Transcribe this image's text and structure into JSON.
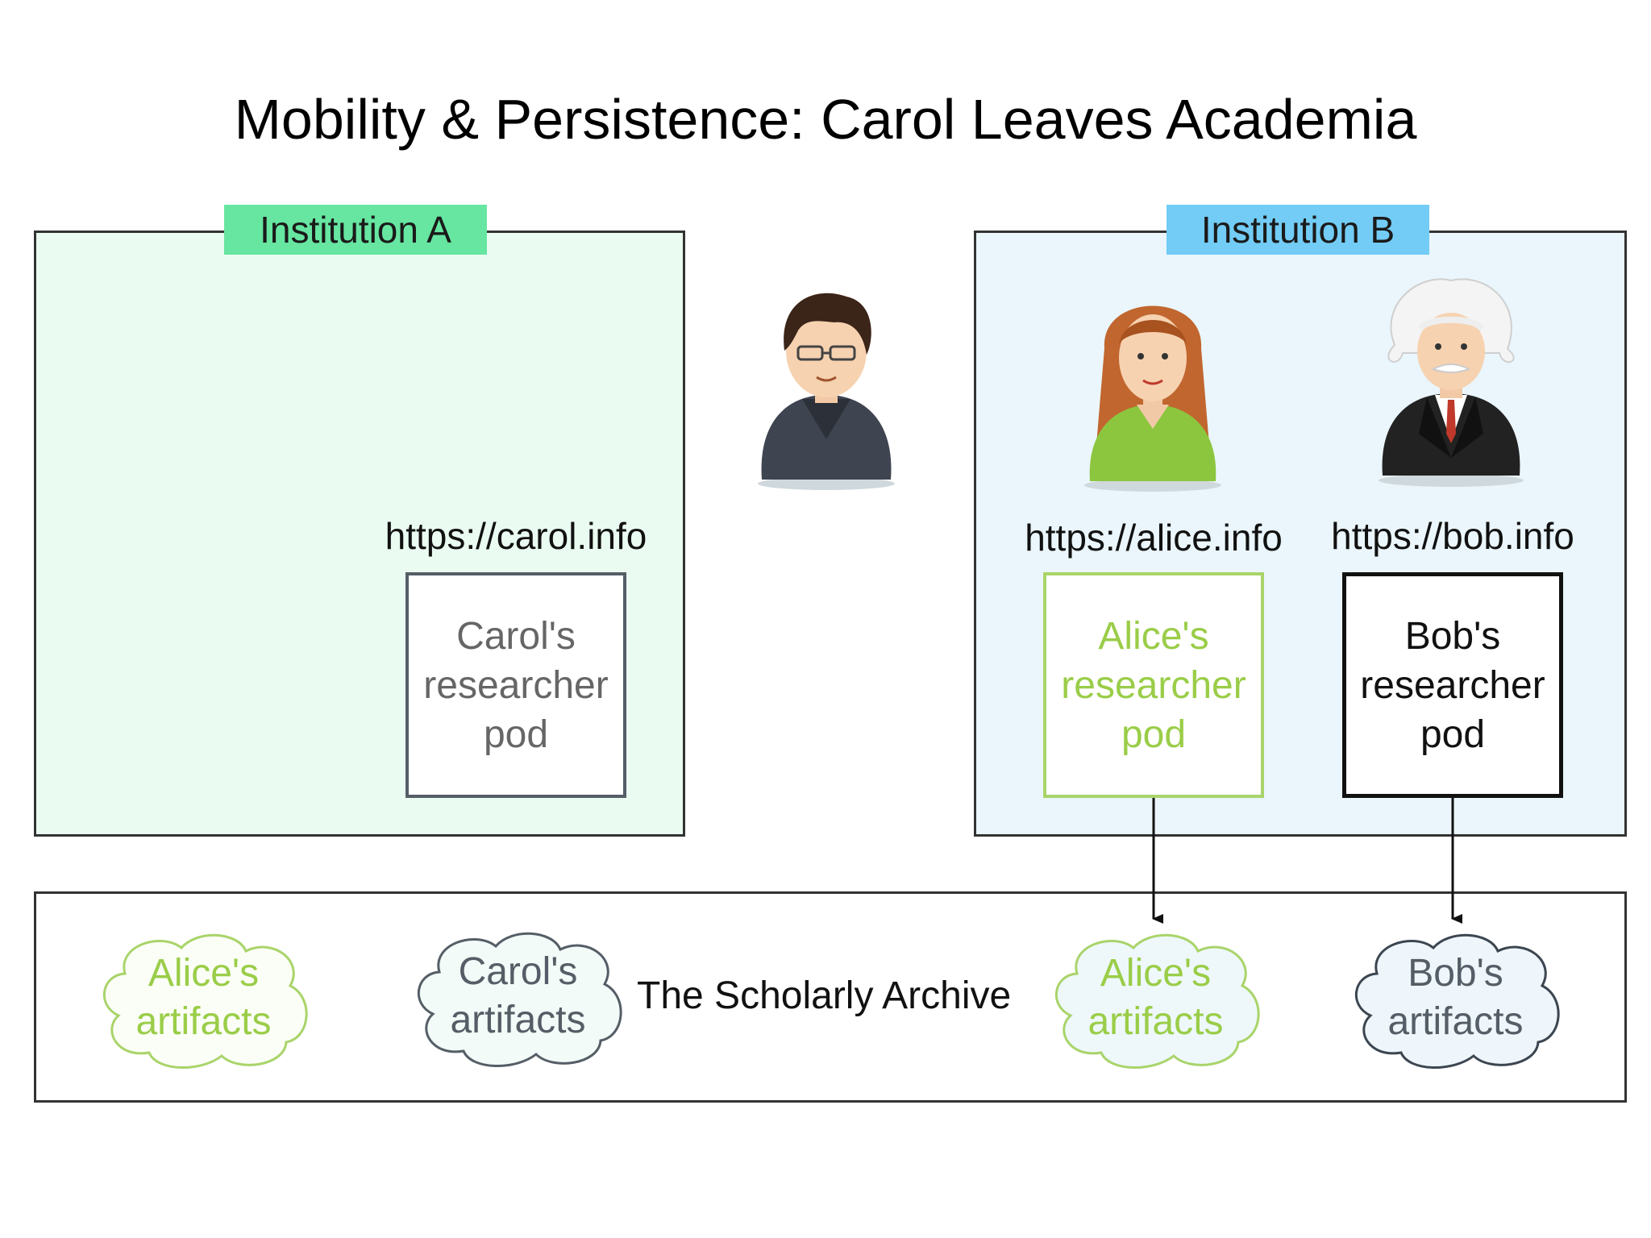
{
  "title": "Mobility & Persistence: Carol Leaves Academia",
  "institution_a": {
    "label": "Institution A"
  },
  "institution_b": {
    "label": "Institution B"
  },
  "carol": {
    "url": "https://carol.info",
    "pod_lines": [
      "Carol's",
      "researcher",
      "pod"
    ],
    "artifact_lines": [
      "Carol's",
      "artifacts"
    ]
  },
  "alice": {
    "url": "https://alice.info",
    "pod_lines": [
      "Alice's",
      "researcher",
      "pod"
    ],
    "artifact_lines": [
      "Alice's",
      "artifacts"
    ]
  },
  "bob": {
    "url": "https://bob.info",
    "pod_lines": [
      "Bob's",
      "researcher",
      "pod"
    ],
    "artifact_lines": [
      "Bob's",
      "artifacts"
    ]
  },
  "archive": {
    "label": "The Scholarly Archive"
  },
  "colors": {
    "institution_a_bg": "#eafcf1",
    "institution_a_tag": "#66e6a1",
    "institution_b_bg": "#eaf6fc",
    "institution_b_tag": "#72ccf5",
    "alice_green": "#9acd48",
    "carol_gray": "#555e66",
    "bob_black": "#111111"
  },
  "icons": [
    "carol-avatar-icon",
    "alice-avatar-icon",
    "bob-avatar-icon"
  ]
}
